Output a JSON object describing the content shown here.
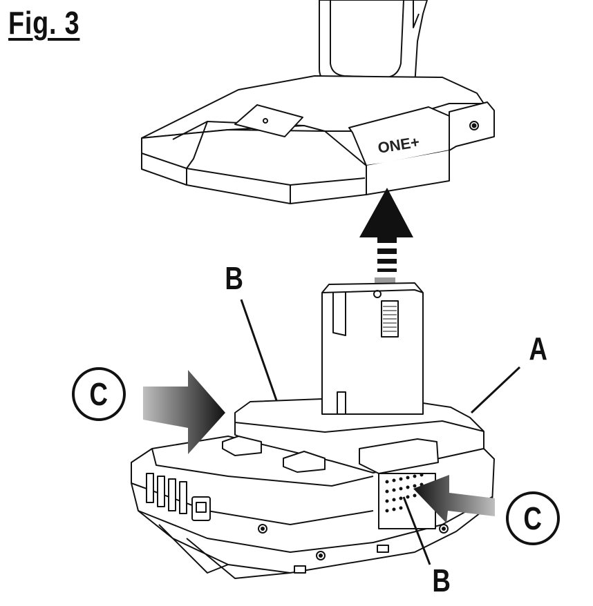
{
  "figure": {
    "title": "Fig. 3"
  },
  "tool": {
    "brand_mark": "ONE+"
  },
  "callouts": {
    "a": "A",
    "b_top": "B",
    "b_bottom": "B",
    "c_left": "C",
    "c_right": "C"
  }
}
